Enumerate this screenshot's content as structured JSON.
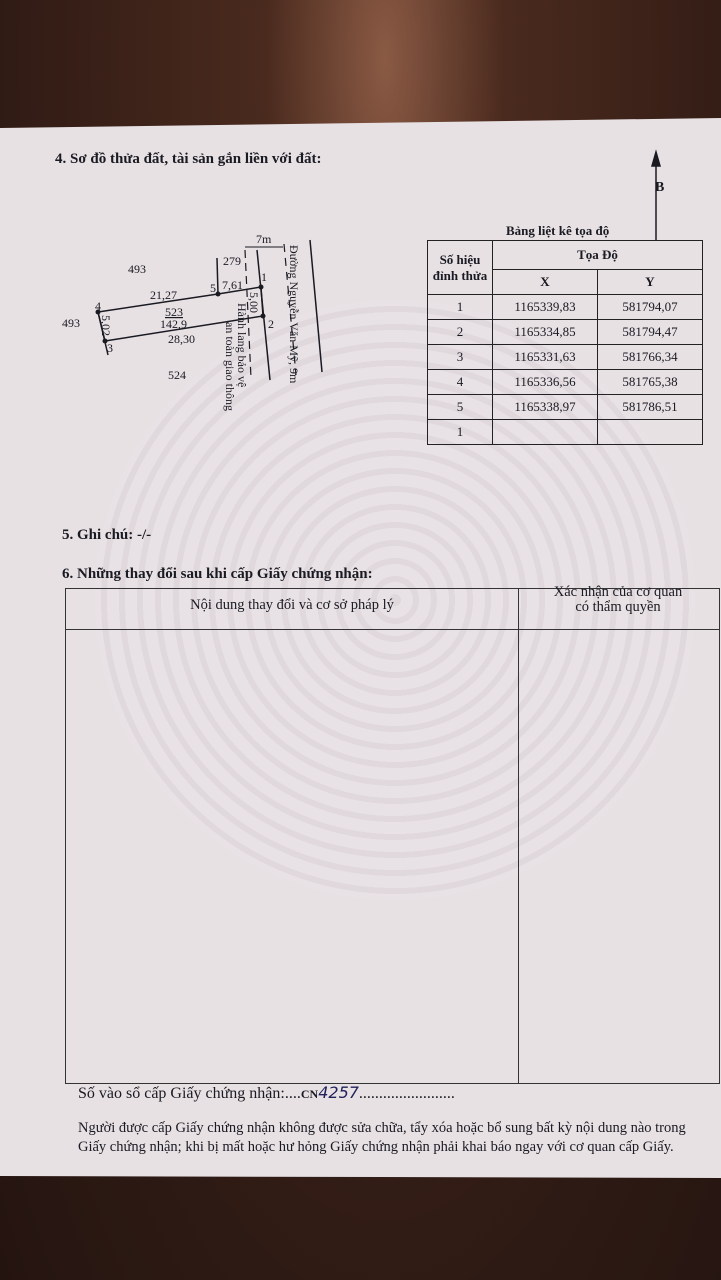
{
  "section4": {
    "title": "4. Sơ đồ thửa đất, tài sản gắn liền với đất:"
  },
  "north_arrow": {
    "label": "B"
  },
  "diagram": {
    "parcel_number": "523",
    "area": "142,9",
    "neighbors": {
      "top": "493",
      "left": "493",
      "bottom": "524",
      "top_right": "279"
    },
    "edges": {
      "e4_5": "21,27",
      "e5_1": "7,61",
      "e1_2": "5,00",
      "e3_2": "28,30",
      "e4_3": "5,02"
    },
    "points": [
      "1",
      "2",
      "3",
      "4",
      "5"
    ],
    "road_width": "7m",
    "road_label": "Đường Nguyễn Văn Mỹ, 9m",
    "corridor_label_1": "Hành lang bảo vệ",
    "corridor_label_2": "an toàn giao thông"
  },
  "coord_table": {
    "title": "Bảng liệt kê tọa độ",
    "header_point": "Số hiệu đỉnh thửa",
    "header_coord": "Tọa Độ",
    "header_x": "X",
    "header_y": "Y",
    "rows": [
      {
        "p": "1",
        "x": "1165339,83",
        "y": "581794,07"
      },
      {
        "p": "2",
        "x": "1165334,85",
        "y": "581794,47"
      },
      {
        "p": "3",
        "x": "1165331,63",
        "y": "581766,34"
      },
      {
        "p": "4",
        "x": "1165336,56",
        "y": "581765,38"
      },
      {
        "p": "5",
        "x": "1165338,97",
        "y": "581786,51"
      },
      {
        "p": "1",
        "x": "",
        "y": ""
      }
    ]
  },
  "section5": {
    "title": "5. Ghi chú: -/-"
  },
  "section6": {
    "title": "6. Những thay đổi sau khi cấp Giấy chứng nhận:",
    "col1": "Nội dung thay đổi và cơ sở pháp lý",
    "col2_line1": "Xác nhận của cơ quan",
    "col2_line2": "có thẩm quyền"
  },
  "registry": {
    "label": "Số vào sổ cấp Giấy chứng nhận:....",
    "prefix": "CN",
    "number": "4257",
    "dots": "........................"
  },
  "notice": {
    "line1": "Người được cấp Giấy chứng nhận không được sửa chữa, tẩy xóa hoặc bổ sung bất kỳ nội dung nào trong",
    "line2": "Giấy chứng nhận; khi bị mất hoặc hư hỏng Giấy chứng nhận phải khai báo ngay với cơ quan cấp Giấy."
  }
}
